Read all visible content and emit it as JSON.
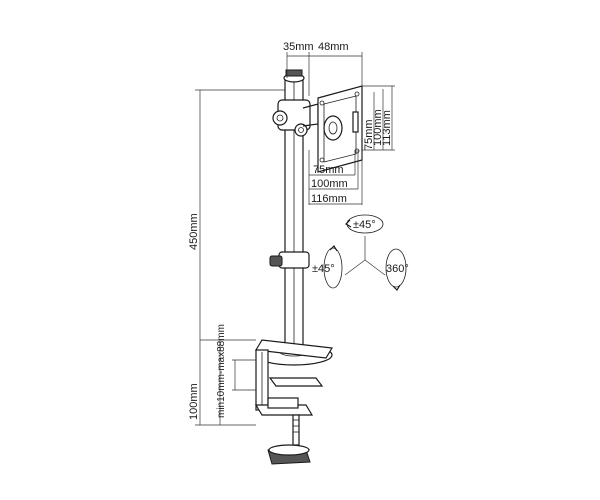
{
  "dimensions": {
    "plate_offset": "35mm",
    "plate_width": "48mm",
    "vesa_h_75": "75mm",
    "vesa_h_100": "100mm",
    "vesa_h_116": "116mm",
    "vesa_v_75": "75mm",
    "vesa_v_100": "100mm",
    "vesa_v_113": "113mm",
    "pole_height": "450mm",
    "clamp_height": "100mm",
    "desk_range": "min10mm-max88mm"
  },
  "rotation": {
    "tilt": "±45°",
    "swivel": "±45°",
    "rotate": "360°"
  }
}
